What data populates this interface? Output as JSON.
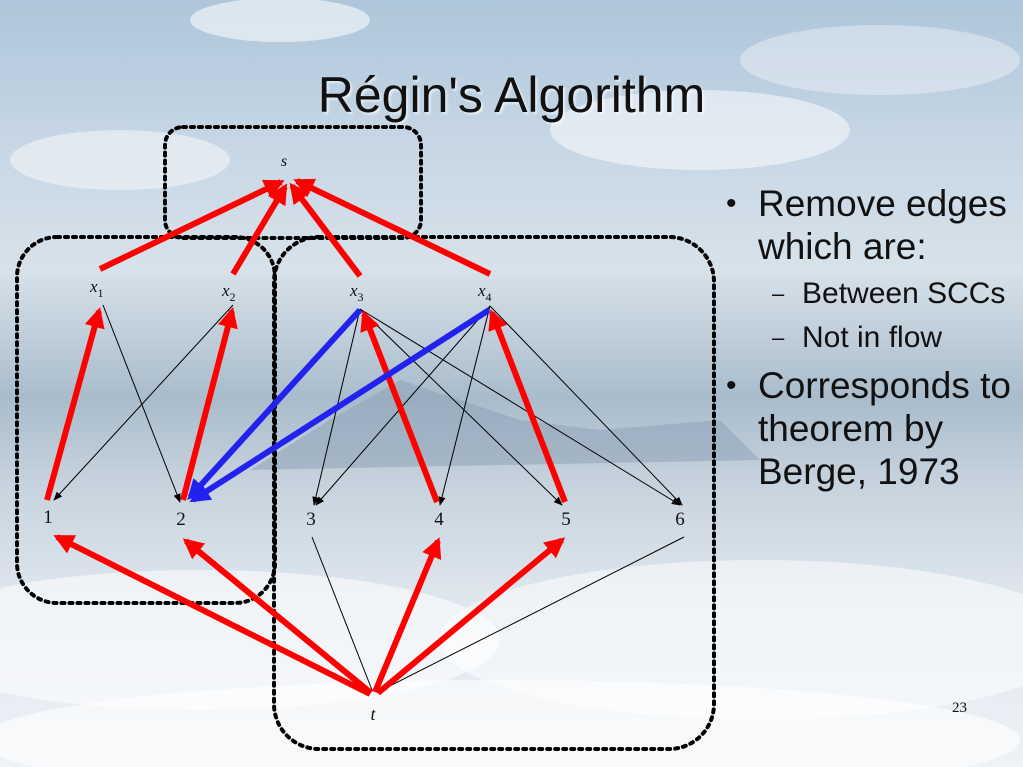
{
  "title": "Régin's Algorithm",
  "nodes": {
    "s": "s",
    "t": "t",
    "x1": {
      "base": "x",
      "sub": "1"
    },
    "x2": {
      "base": "x",
      "sub": "2"
    },
    "x3": {
      "base": "x",
      "sub": "3"
    },
    "x4": {
      "base": "x",
      "sub": "4"
    },
    "v1": "1",
    "v2": "2",
    "v3": "3",
    "v4": "4",
    "v5": "5",
    "v6": "6"
  },
  "bullets": [
    {
      "text": "Remove edges which are:",
      "subitems": [
        "Between SCCs",
        "Not in flow"
      ]
    },
    {
      "text": "Corresponds to theorem by Berge, 1973",
      "subitems": []
    }
  ],
  "page_number": "23",
  "colors": {
    "flow_edge": "#ff0000",
    "removed_edge": "#2222ee",
    "other_edge": "#000000"
  }
}
